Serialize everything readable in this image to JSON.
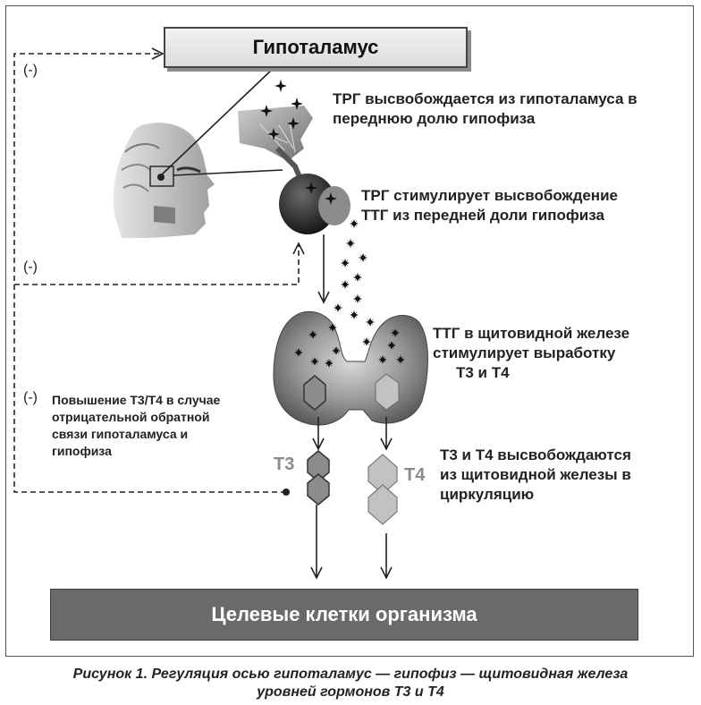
{
  "boxes": {
    "hypothalamus": "Гипоталамус",
    "target_cells": "Целевые клетки организма"
  },
  "annotations": {
    "trh_release": [
      "ТРГ высвобождается из гипоталамуса в",
      "переднюю долю гипофиза"
    ],
    "trh_stimulates": [
      "ТРГ стимулирует высвобождение",
      "ТТГ из передней доли гипофиза"
    ],
    "tsh_thyroid": [
      "ТТГ в щитовидной железе",
      "стимулирует выработку",
      "Т3 и Т4"
    ],
    "t3t4_release": [
      "Т3 и Т4 высвобождаются",
      "из щитовидной железы в",
      "циркуляцию"
    ],
    "negative_feedback": [
      "Повышение Т3/Т4  в случае",
      "отрицательной обратной",
      "связи гипоталамуса и",
      "гипофиза"
    ]
  },
  "minus_signs": [
    "(-)",
    "(-)",
    "(-)"
  ],
  "hormone_labels": {
    "t3": "Т3",
    "t4": "Т4"
  },
  "caption": [
    "Рисунок 1. Регуляция осью гипоталамус — гипофиз — щитовидная железа",
    "уровней гормонов Т3 и Т4"
  ],
  "colors": {
    "dark_box": "#6a6a6a",
    "t3_hexagon": "#8c8c8c",
    "t4_hexagon": "#c2c2c2"
  },
  "icons": {
    "star": "four-point-star",
    "molecule": "eight-point-star"
  }
}
